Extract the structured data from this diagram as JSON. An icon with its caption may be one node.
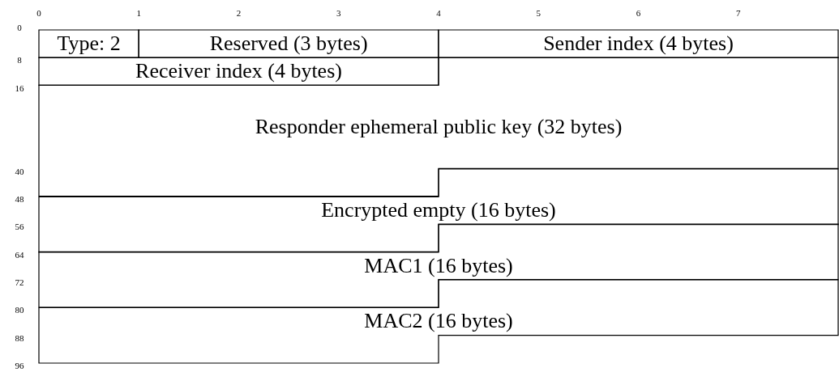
{
  "diagram": {
    "nodes": [
      {
        "text": [
          "Type: 2"
        ]
      },
      {
        "text": [
          "Reserved (3 bytes)"
        ]
      },
      {
        "text": [
          "Sender index (4 bytes)"
        ]
      },
      {
        "text": [
          "Receiver index (4 bytes)"
        ]
      },
      {
        "text": [
          "Responder ephemeral public key (32 bytes)"
        ]
      },
      {
        "text": [
          "Encrypted empty (16 bytes)"
        ]
      },
      {
        "text": [
          "MAC1 (16 bytes)"
        ]
      },
      {
        "text": [
          "MAC2 (16 bytes)"
        ]
      }
    ],
    "labels": [
      "0",
      "1",
      "2",
      "3",
      "4",
      "5",
      "6",
      "7",
      "0",
      "8",
      "16",
      "40",
      "48",
      "56",
      "64",
      "72",
      "80",
      "88",
      "96"
    ]
  }
}
